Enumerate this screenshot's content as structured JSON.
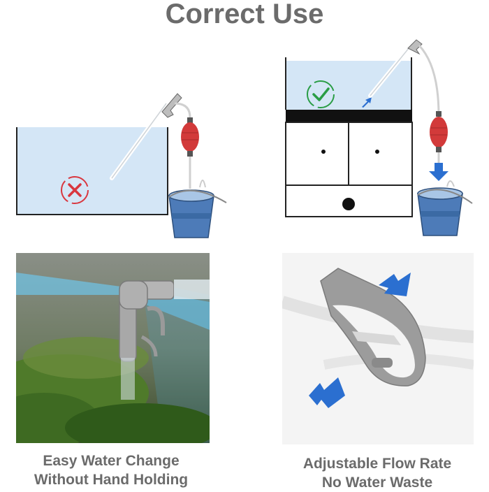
{
  "title": "Correct Use",
  "diagrams": {
    "wrong": {
      "status": "incorrect",
      "icon": "x-circle-icon",
      "status_color": "#d9363e"
    },
    "right": {
      "status": "correct",
      "icon": "check-circle-icon",
      "status_color": "#2a9d45"
    }
  },
  "captions": {
    "left": {
      "line1": "Easy Water Change",
      "line2": "Without Hand Holding"
    },
    "right": {
      "line1": "Adjustable Flow Rate",
      "line2": "No Water Waste"
    }
  },
  "colors": {
    "title": "#6b6b6b",
    "water": "#d4e6f6",
    "bucket": "#4d7bb8",
    "pump_bulb": "#d23a3a",
    "arrow": "#2b6fd0",
    "clip": "#9a9a9a"
  }
}
